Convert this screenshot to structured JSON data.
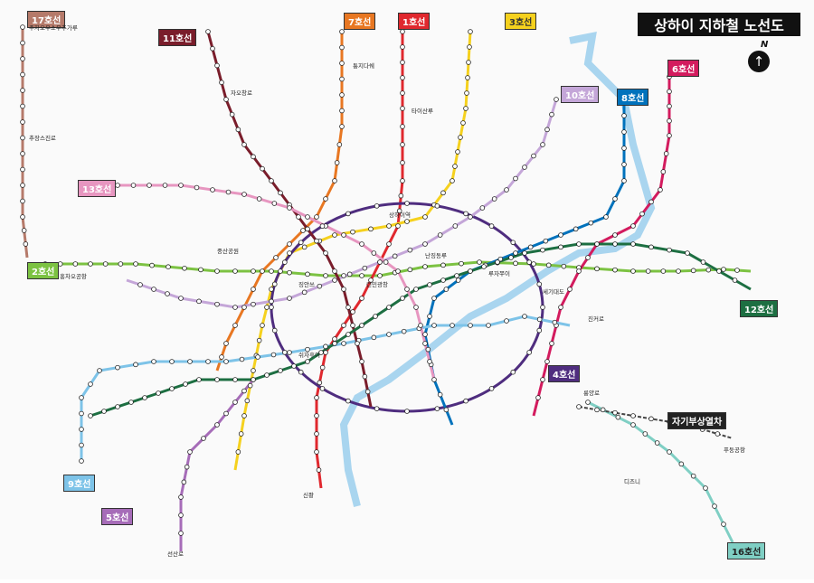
{
  "title": "상하이 지하철 노선도",
  "north_mark": "N",
  "lines": [
    {
      "key": "l1",
      "label": "1호선",
      "color": "#e0282e"
    },
    {
      "key": "l2",
      "label": "2호선",
      "color": "#7cc242"
    },
    {
      "key": "l3",
      "label": "3호선",
      "color": "#f5d11e"
    },
    {
      "key": "l4",
      "label": "4호선",
      "color": "#4f2d7f"
    },
    {
      "key": "l5",
      "label": "5호선",
      "color": "#a66cb8"
    },
    {
      "key": "l6",
      "label": "6호선",
      "color": "#d31b5e"
    },
    {
      "key": "l7",
      "label": "7호선",
      "color": "#e87722"
    },
    {
      "key": "l8",
      "label": "8호선",
      "color": "#0072bc"
    },
    {
      "key": "l9",
      "label": "9호선",
      "color": "#7dc3e8"
    },
    {
      "key": "l10",
      "label": "10호선",
      "color": "#c4a6d8"
    },
    {
      "key": "l11",
      "label": "11호선",
      "color": "#7a1d2b"
    },
    {
      "key": "l12",
      "label": "12호선",
      "color": "#1d6f42"
    },
    {
      "key": "l13",
      "label": "13호선",
      "color": "#e796c0"
    },
    {
      "key": "l16",
      "label": "16호선",
      "color": "#7fcfc4"
    },
    {
      "key": "l17",
      "label": "17호선",
      "color": "#b57a6a"
    }
  ],
  "maglev_label": "자기부상열차",
  "stations": [
    {
      "key": "s_a",
      "label": "주자오우쇼우추가루"
    },
    {
      "key": "s_b",
      "label": "추장스진로"
    },
    {
      "key": "s_c",
      "label": "자오창로"
    },
    {
      "key": "s_d",
      "label": "타이산루"
    },
    {
      "key": "s_e",
      "label": "퉁지다쉐"
    },
    {
      "key": "s_f",
      "label": "징안쓰"
    },
    {
      "key": "s_g",
      "label": "런민광창"
    },
    {
      "key": "s_h",
      "label": "난징동루"
    },
    {
      "key": "s_i",
      "label": "루자쭈이"
    },
    {
      "key": "s_j",
      "label": "세기대도"
    },
    {
      "key": "s_k",
      "label": "쉬자후이"
    },
    {
      "key": "s_l",
      "label": "중산공원"
    },
    {
      "key": "s_m",
      "label": "홍차오공항"
    },
    {
      "key": "s_n",
      "label": "푸둥공항"
    },
    {
      "key": "s_o",
      "label": "상하이역"
    },
    {
      "key": "s_p",
      "label": "룽양로"
    },
    {
      "key": "s_q",
      "label": "신좡"
    },
    {
      "key": "s_r",
      "label": "디즈니"
    },
    {
      "key": "s_s",
      "label": "선산로"
    },
    {
      "key": "s_t",
      "label": "진커로"
    }
  ]
}
